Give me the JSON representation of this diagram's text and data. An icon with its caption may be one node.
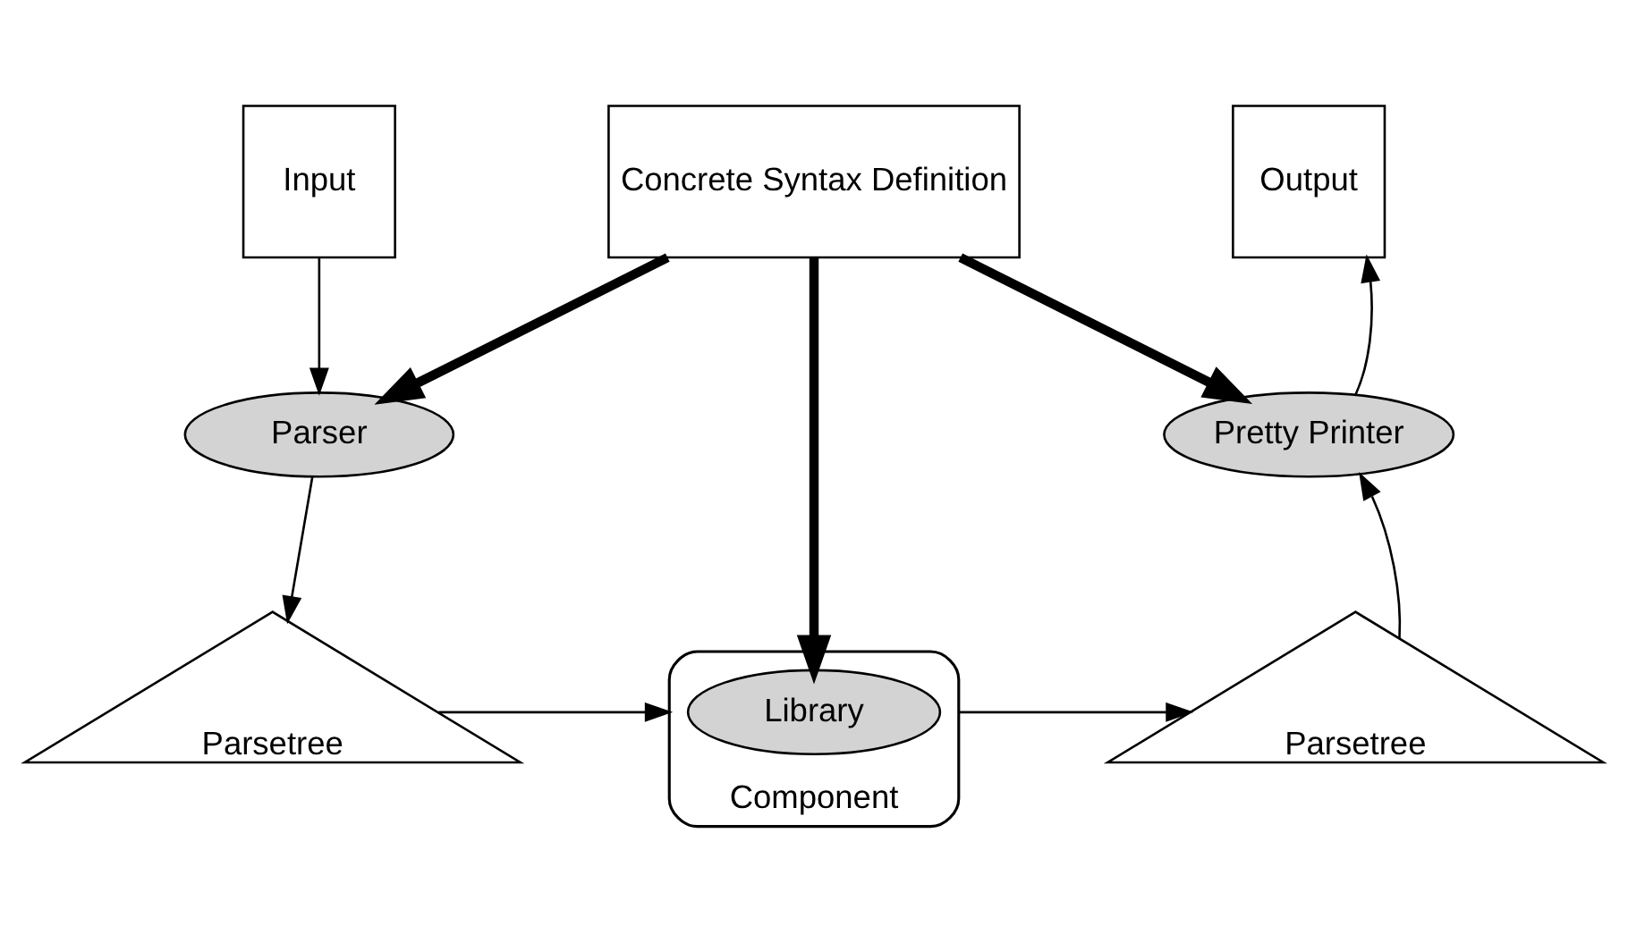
{
  "diagram": {
    "nodes": [
      {
        "text": [
          "Input"
        ]
      },
      {
        "text": [
          "Concrete Syntax Definition"
        ]
      },
      {
        "text": [
          "Output"
        ]
      },
      {
        "text": [
          "Parser"
        ]
      },
      {
        "text": [
          "Pretty Printer"
        ]
      },
      {
        "text": [
          "Parsetree"
        ]
      },
      {
        "text": [
          "Component"
        ]
      },
      {
        "text": [
          "Library"
        ],
        "in": 6
      },
      {
        "text": [
          "Parsetree"
        ]
      }
    ],
    "edges": [
      {
        "from": 0,
        "to": 3,
        "arrow": "to"
      },
      {
        "from": 1,
        "to": 3,
        "arrow": "to",
        "style": "thick"
      },
      {
        "from": 1,
        "to": 7,
        "arrow": "to",
        "style": "thick"
      },
      {
        "from": 1,
        "to": 4,
        "arrow": "to",
        "style": "thick"
      },
      {
        "from": 3,
        "to": 5,
        "arrow": "to"
      },
      {
        "from": 5,
        "to": 6,
        "arrow": "to"
      },
      {
        "from": 6,
        "to": 8,
        "arrow": "to"
      },
      {
        "from": 8,
        "to": 4,
        "arrow": "to"
      },
      {
        "from": 4,
        "to": 2,
        "arrow": "to"
      }
    ]
  }
}
